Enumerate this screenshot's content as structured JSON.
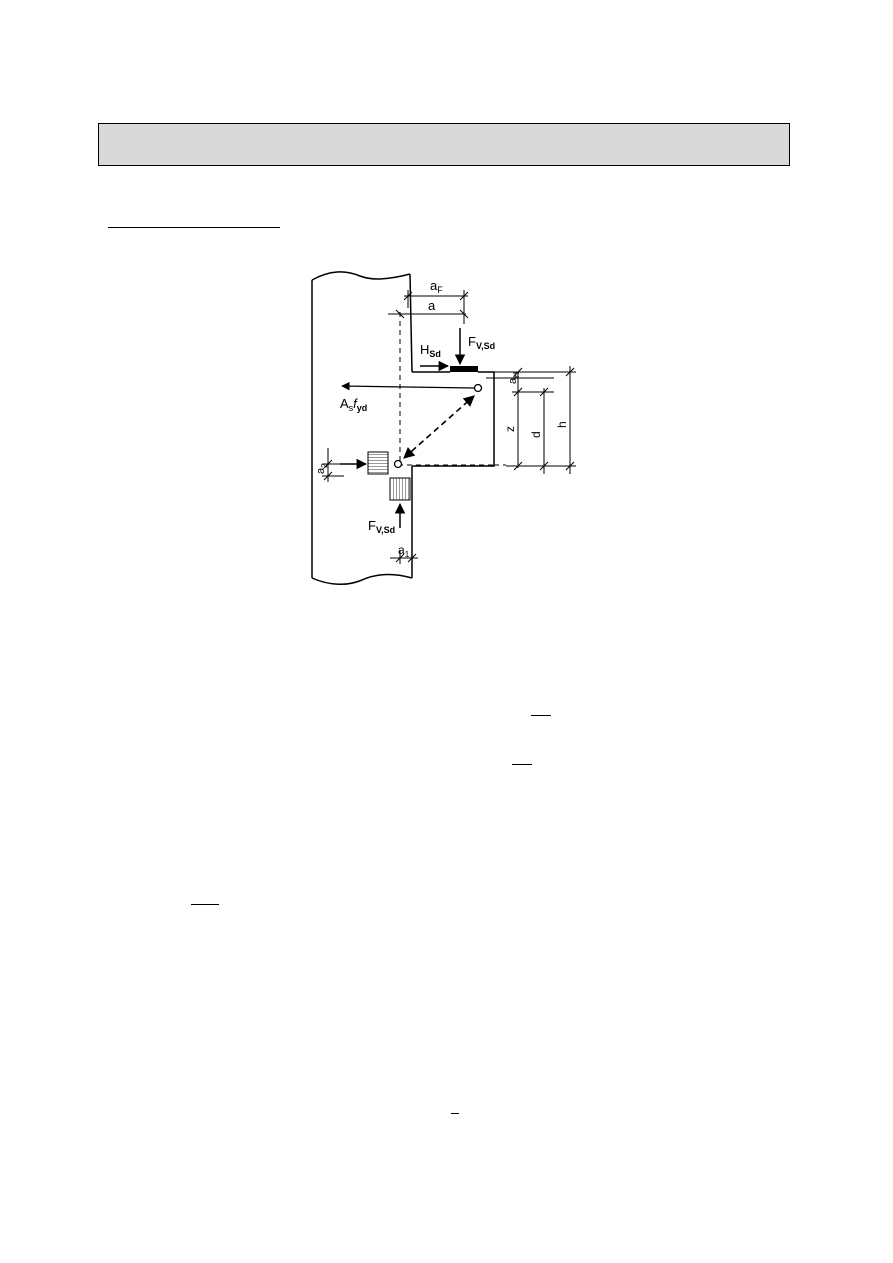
{
  "header": {
    "title": ""
  },
  "figure": {
    "labels": {
      "aF": "a",
      "aF_sub": "F",
      "a": "a",
      "HSd": "H",
      "HSd_sub": "Sd",
      "FVSd_top": "F",
      "FVSd_top_sub": "V,Sd",
      "AsFyd_A": "A",
      "AsFyd_s": "s",
      "AsFyd_f": "f",
      "AsFyd_yd": "yd",
      "aH": "a",
      "aH_sub": "H",
      "z": "z",
      "d": "d",
      "h": "h",
      "a2": "a",
      "a2_sub": "2",
      "FVSd_bottom": "F",
      "FVSd_bottom_sub": "V,Sd",
      "a1": "a",
      "a1_sub": "1"
    }
  }
}
